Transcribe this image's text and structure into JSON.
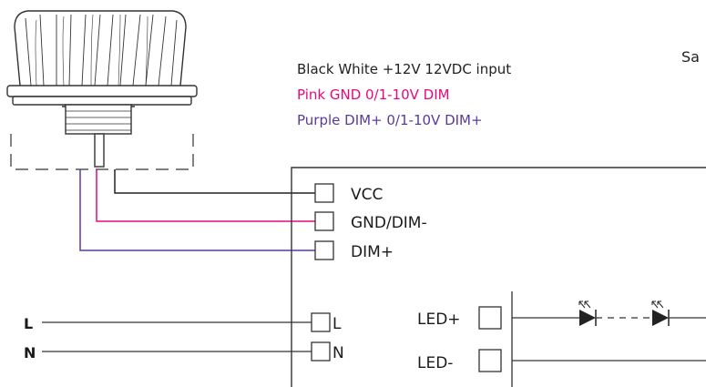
{
  "diagram": {
    "legend": [
      {
        "text": "Black White +12V 12VDC input",
        "color": "#222222"
      },
      {
        "text": "Pink GND 0/1-10V DIM",
        "color": "#e5097f"
      },
      {
        "text": "Purple DIM+ 0/1-10V DIM+",
        "color": "#5b3a9e"
      }
    ],
    "corner_text": "Sa",
    "driver_terminals": {
      "vcc": "VCC",
      "gnd_dim": "GND/DIM-",
      "dim_plus": "DIM+",
      "l": "L",
      "n": "N",
      "led_plus": "LED+",
      "led_minus": "LED-"
    },
    "mains_labels": {
      "l": "L",
      "n": "N"
    },
    "colors": {
      "black_wire": "#222222",
      "pink_wire": "#e5097f",
      "purple_wire": "#5b3a9e",
      "outline": "#333333"
    },
    "icons": [
      "sensor-device-icon",
      "led-diode-icon"
    ]
  }
}
